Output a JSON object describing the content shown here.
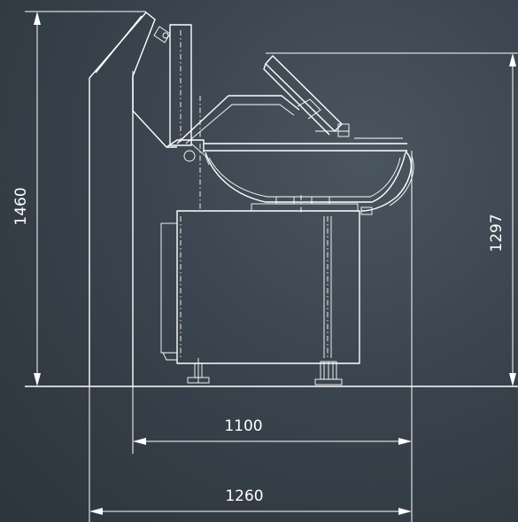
{
  "dimensions": {
    "overall_height": "1460",
    "bowl_height": "1297",
    "body_depth": "1100",
    "overall_depth": "1260"
  },
  "colors": {
    "background": "#3a444e",
    "line": "#ffffff"
  }
}
